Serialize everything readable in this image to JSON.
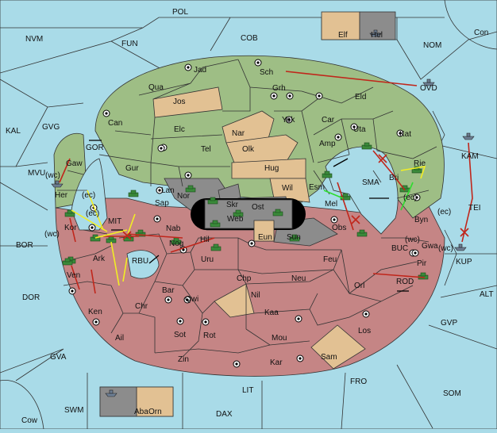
{
  "sea_labels": [
    "POL",
    "NVM",
    "FUN",
    "COB",
    "NOM",
    "Con",
    "KAL",
    "GVG",
    "GOR",
    "MVU",
    "SMA",
    "BOR",
    "MIT",
    "RBU",
    "BUC",
    "KUP",
    "ROD",
    "ALT",
    "DOR",
    "GVP",
    "GVA",
    "FRO",
    "LIT",
    "SOM",
    "SWM",
    "DAX",
    "Cow",
    "OVD",
    "KAM",
    "TEI"
  ],
  "green_labels": [
    "Jad",
    "Sch",
    "Qua",
    "Grh",
    "Eld",
    "Can",
    "Yok",
    "Car",
    "Elc",
    "Uta",
    "Kat",
    "Amp",
    "Tel",
    "Gaw",
    "Gur",
    "Lan",
    "Rie",
    "Esm",
    "Her",
    "Sap",
    "Mel",
    "Byn",
    "Bri"
  ],
  "tan_labels": [
    "Elf",
    "Jos",
    "Nar",
    "Olk",
    "Hug",
    "Wil",
    "Nil",
    "Sam",
    "Orn",
    "Eun"
  ],
  "grey_labels": [
    "Hel",
    "Nor",
    "Skr",
    "Ost",
    "Web",
    "Aba"
  ],
  "red_labels": [
    "Kor",
    "Nab",
    "Ark",
    "Nog",
    "Hil",
    "Sun",
    "Obs",
    "Gwa",
    "Pir",
    "Uru",
    "Feu",
    "Bar",
    "Qwi",
    "Chp",
    "Neu",
    "Orl",
    "Ven",
    "Ken",
    "Chr",
    "Kaa",
    "Ail",
    "Sot",
    "Rot",
    "Mou",
    "Los",
    "Zin",
    "Kar"
  ],
  "coast_labels": [
    "(wc)",
    "(ec)",
    "(ec)",
    "(wc)",
    "(wc)",
    "(ec)",
    "(ec)",
    "(wc)"
  ],
  "legend_colors": {
    "green": "#9ebe85",
    "tan": "#e2c193",
    "red": "#c58585",
    "grey": "#8c8c8c",
    "sea": "#a9dbe8",
    "orders_red": "#c0261b",
    "orders_yellow": "#f2ee24",
    "orders_green": "#2edc2e"
  },
  "icons": [
    "army-icon",
    "fleet-icon",
    "supply-center-icon",
    "order-arrow-icon",
    "failed-order-x-icon",
    "convoy-arrow-icon"
  ]
}
